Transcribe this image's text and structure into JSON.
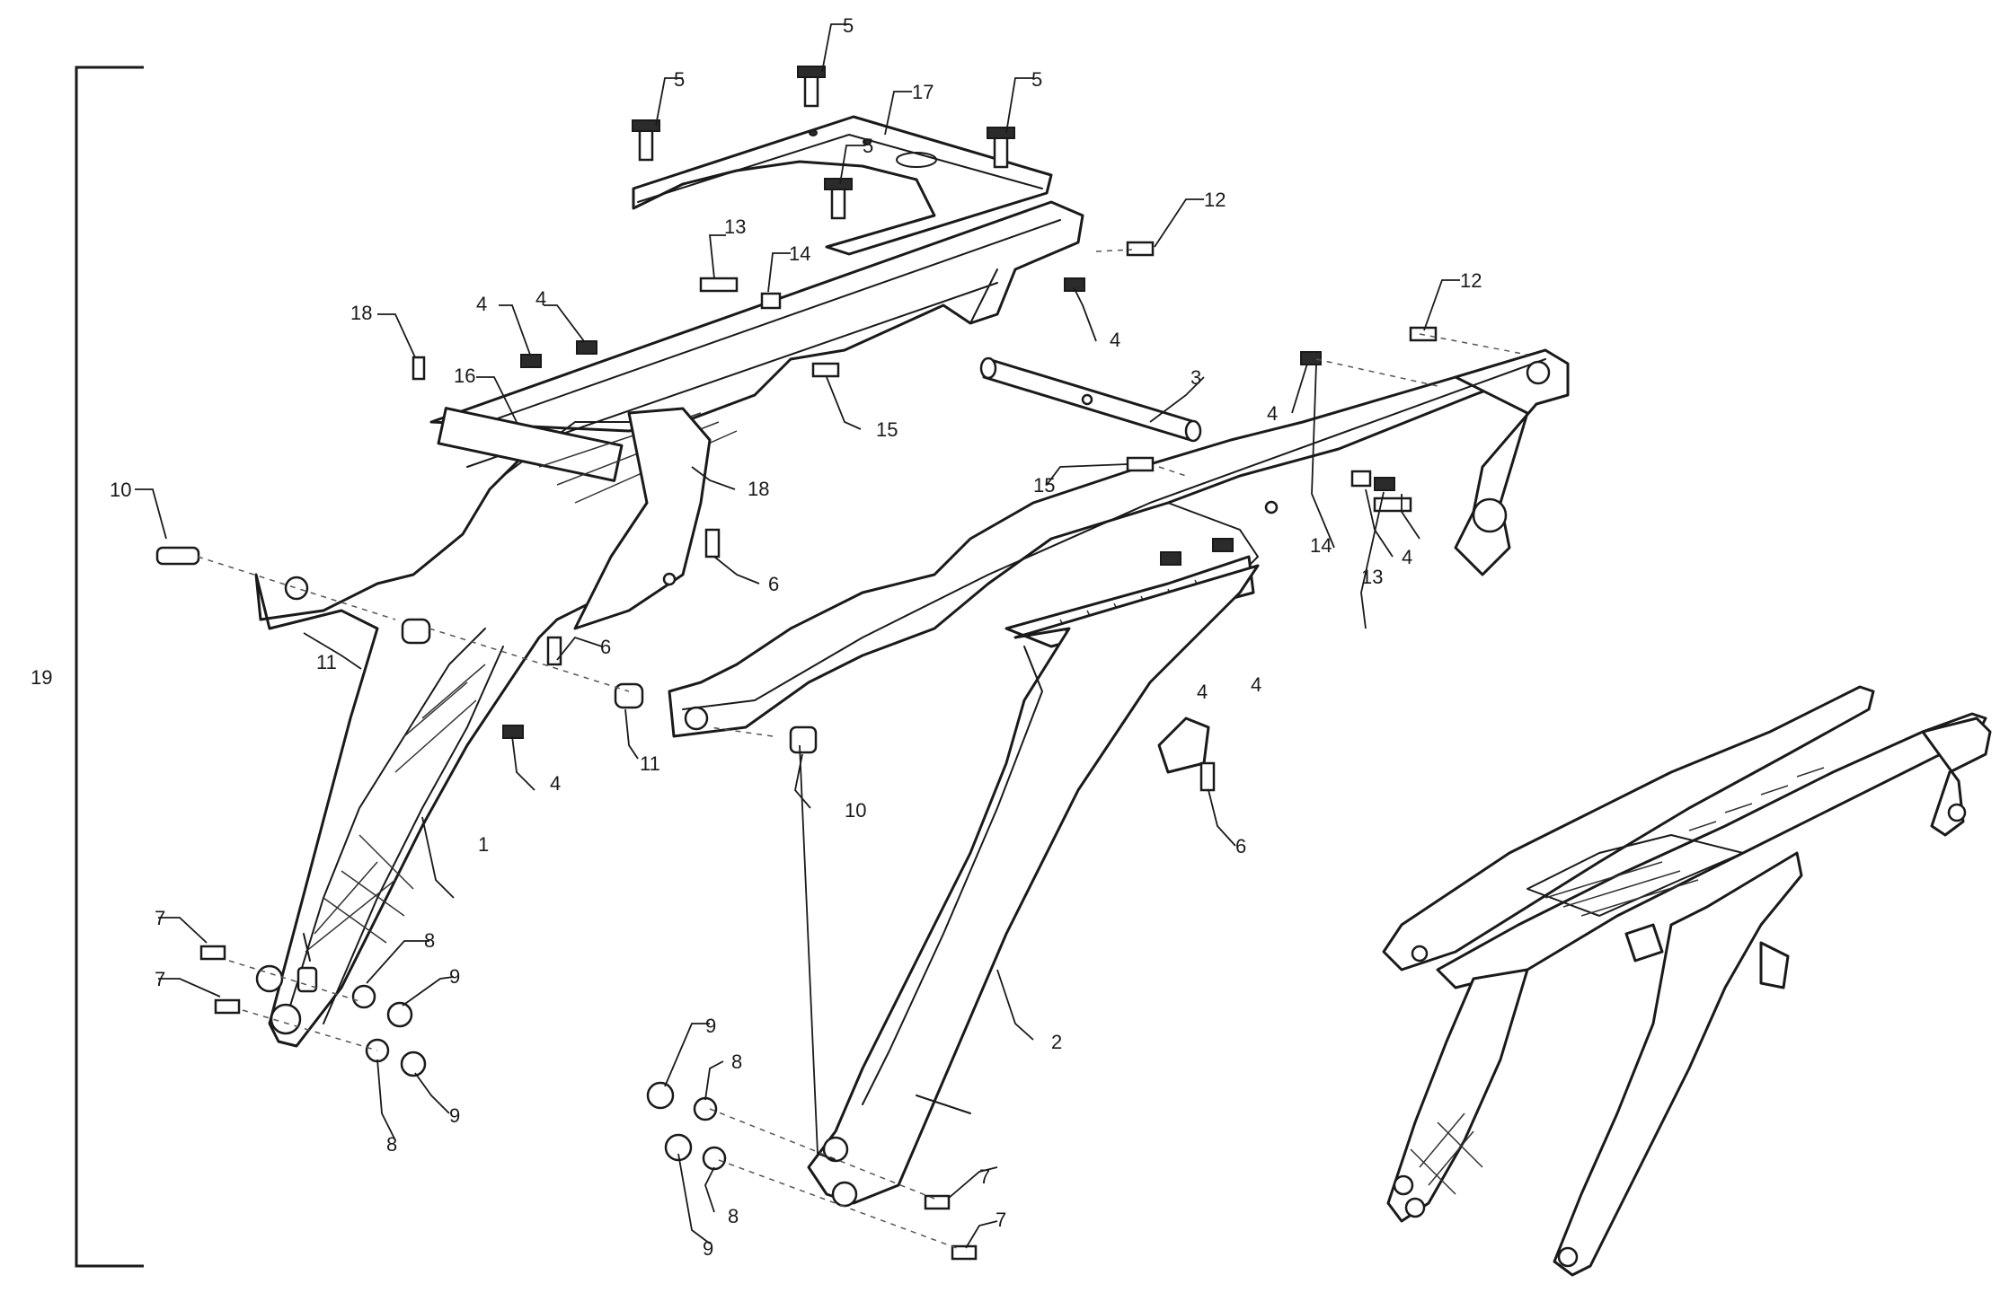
{
  "diagram": {
    "assembly_bracket_label": "19",
    "callouts": {
      "c1": "1",
      "c2": "2",
      "c3": "3",
      "c4a": "4",
      "c4b": "4",
      "c4c": "4",
      "c4d": "4",
      "c4e": "4",
      "c4f": "4",
      "c4g": "4",
      "c4h": "4",
      "c5a": "5",
      "c5b": "5",
      "c5c": "5",
      "c5d": "5",
      "c6a": "6",
      "c6b": "6",
      "c6c": "6",
      "c7a": "7",
      "c7b": "7",
      "c7c": "7",
      "c7d": "7",
      "c8a": "8",
      "c8b": "8",
      "c8c": "8",
      "c8d": "8",
      "c9a": "9",
      "c9b": "9",
      "c9c": "9",
      "c9d": "9",
      "c10a": "10",
      "c10b": "10",
      "c11a": "11",
      "c11b": "11",
      "c12a": "12",
      "c12b": "12",
      "c13a": "13",
      "c13b": "13",
      "c14a": "14",
      "c14b": "14",
      "c15a": "15",
      "c15b": "15",
      "c16": "16",
      "c17": "17",
      "c18a": "18",
      "c18b": "18"
    }
  }
}
